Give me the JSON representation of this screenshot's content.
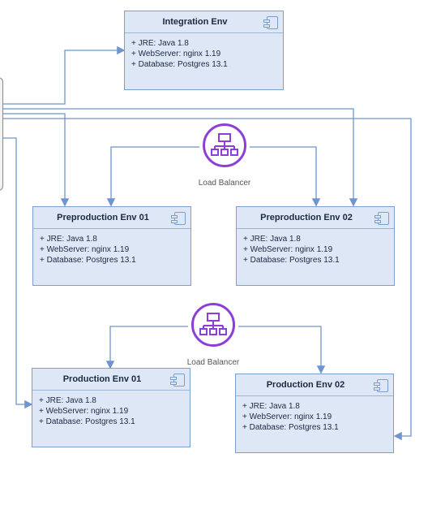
{
  "environments": [
    {
      "id": "integration",
      "title": "Integration Env",
      "props": [
        "+ JRE: Java 1.8",
        "+ WebServer: nginx 1.19",
        "+ Database: Postgres 13.1"
      ]
    },
    {
      "id": "preprod1",
      "title": "Preproduction Env 01",
      "props": [
        "+ JRE: Java 1.8",
        "+ WebServer: nginx 1.19",
        "+ Database: Postgres 13.1"
      ]
    },
    {
      "id": "preprod2",
      "title": "Preproduction Env 02",
      "props": [
        "+ JRE: Java 1.8",
        "+ WebServer: nginx 1.19",
        "+ Database: Postgres 13.1"
      ]
    },
    {
      "id": "prod1",
      "title": "Production Env 01",
      "props": [
        "+ JRE: Java 1.8",
        "+ WebServer: nginx 1.19",
        "+ Database: Postgres 13.1"
      ]
    },
    {
      "id": "prod2",
      "title": "Production Env 02",
      "props": [
        "+ JRE: Java 1.8",
        "+ WebServer: nginx 1.19",
        "+ Database: Postgres 13.1"
      ]
    }
  ],
  "load_balancers": [
    {
      "id": "lb1",
      "label": "Load Balancer"
    },
    {
      "id": "lb2",
      "label": "Load Balancer"
    }
  ],
  "colors": {
    "box_fill": "#dde7f5",
    "box_border": "#7d9fd0",
    "wire": "#6f95cf",
    "lb_icon": "#8b3fd6"
  }
}
